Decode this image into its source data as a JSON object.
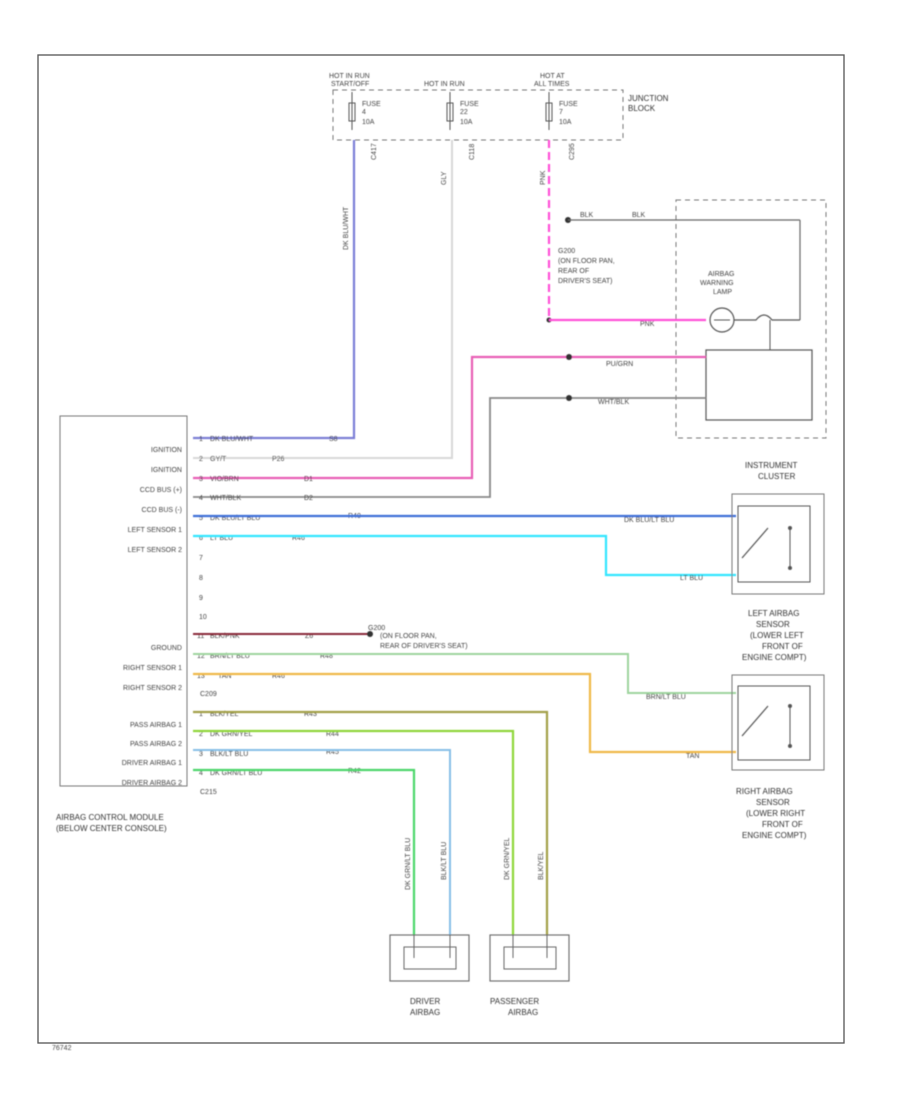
{
  "junction_block": {
    "label_line1": "JUNCTION",
    "label_line2": "BLOCK",
    "fuses": [
      {
        "supply": "HOT IN RUN",
        "supply2": "START/OFF",
        "name": "FUSE",
        "number": "4",
        "amp": "10A",
        "circuit": "C417"
      },
      {
        "supply": "HOT IN RUN",
        "supply2": "",
        "name": "FUSE",
        "number": "22",
        "amp": "10A",
        "circuit": "C118"
      },
      {
        "supply": "HOT AT",
        "supply2": "ALL TIMES",
        "name": "FUSE",
        "number": "7",
        "amp": "10A",
        "circuit": "C295"
      }
    ],
    "wire_labels": [
      "DK BLU/WHT",
      "GLY",
      "PNK"
    ]
  },
  "instrument_cluster": {
    "label_line1": "INSTRUMENT",
    "label_line2": "CLUSTER",
    "lamp_label": [
      "AIRBAG",
      "WARNING",
      "LAMP"
    ],
    "ground_note": [
      "G200",
      "(ON FLOOR PAN,",
      "REAR OF",
      "DRIVER'S SEAT)"
    ],
    "top_wires": [
      "BLK",
      "BLK"
    ],
    "wires": [
      "PNK",
      "PU/GRN",
      "WHT/BLK"
    ]
  },
  "control_module": {
    "label_line1": "AIRBAG CONTROL MODULE",
    "label_line2": "(BELOW CENTER CONSOLE)",
    "connector_top": "C209",
    "connector_bottom": "C215",
    "pins_group1": [
      {
        "num": "1",
        "name": "IGNITION",
        "wire": "DK BLU/WHT",
        "ckt": "S8"
      },
      {
        "num": "2",
        "name": "IGNITION",
        "wire": "GY/T",
        "ckt": "P26"
      },
      {
        "num": "3",
        "name": "CCD BUS (+)",
        "wire": "VIO/BRN",
        "ckt": "D1"
      },
      {
        "num": "4",
        "name": "CCD BUS (-)",
        "wire": "WHT/BLK",
        "ckt": "D2"
      },
      {
        "num": "5",
        "name": "LEFT SENSOR 1",
        "wire": "DK BLU/LT BLU",
        "ckt": "R40"
      },
      {
        "num": "6",
        "name": "LEFT SENSOR 2",
        "wire": "LT BLU",
        "ckt": "R46"
      },
      {
        "num": "7",
        "name": "",
        "wire": "",
        "ckt": ""
      },
      {
        "num": "8",
        "name": "",
        "wire": "",
        "ckt": ""
      },
      {
        "num": "9",
        "name": "",
        "wire": "",
        "ckt": ""
      },
      {
        "num": "10",
        "name": "",
        "wire": "",
        "ckt": ""
      },
      {
        "num": "11",
        "name": "GROUND",
        "wire": "BLK/PNK",
        "ckt": "Z6"
      },
      {
        "num": "12",
        "name": "RIGHT SENSOR 1",
        "wire": "BRN/LT BLU",
        "ckt": "R48"
      },
      {
        "num": "13",
        "name": "RIGHT SENSOR 2",
        "wire": "TAN",
        "ckt": "R46"
      }
    ],
    "pins_group2": [
      {
        "num": "1",
        "name": "PASS AIRBAG 1",
        "wire": "BLK/YEL",
        "ckt": "R43"
      },
      {
        "num": "2",
        "name": "PASS AIRBAG 2",
        "wire": "DK GRN/YEL",
        "ckt": "R44"
      },
      {
        "num": "3",
        "name": "DRIVER AIRBAG 1",
        "wire": "BLK/LT BLU",
        "ckt": "R45"
      },
      {
        "num": "4",
        "name": "DRIVER AIRBAG 2",
        "wire": "DK GRN/LT BLU",
        "ckt": "R42"
      }
    ],
    "ground_note": [
      "(ON FLOOR PAN,",
      "REAR OF DRIVER'S SEAT)"
    ],
    "ground_tag": "G200"
  },
  "left_sensor": {
    "label": [
      "LEFT AIRBAG",
      "SENSOR",
      "(LOWER LEFT",
      "FRONT OF",
      "ENGINE COMPT)"
    ],
    "wires": [
      "DK BLU/LT BLU",
      "LT BLU"
    ]
  },
  "right_sensor": {
    "label": [
      "RIGHT AIRBAG",
      "SENSOR",
      "(LOWER RIGHT",
      "FRONT OF",
      "ENGINE COMPT)"
    ],
    "wires": [
      "BRN/LT BLU",
      "TAN"
    ]
  },
  "driver_airbag": {
    "label": [
      "DRIVER",
      "AIRBAG"
    ],
    "wires": [
      "DK GRN/LT BLU",
      "BLK/LT BLU"
    ]
  },
  "passenger_airbag": {
    "label": [
      "PASSENGER",
      "AIRBAG"
    ],
    "wires": [
      "DK GRN/YEL",
      "BLK/YEL"
    ]
  },
  "footer_code": "76742",
  "colors": {
    "blue_purple": "#7b7fd6",
    "gray_white": "#d8d8d8",
    "pink": "#ff4fd8",
    "magenta_pink": "#e85fb5",
    "gray": "#888888",
    "blue": "#3f6fd8",
    "cyan": "#33e6ff",
    "maroon": "#8a2a3a",
    "light_green": "#9ed49e",
    "tan_orange": "#f0b94a",
    "olive": "#a3a04a",
    "green_yellow": "#8fd63a",
    "light_blue": "#87bfe6",
    "green": "#4bd66a"
  }
}
